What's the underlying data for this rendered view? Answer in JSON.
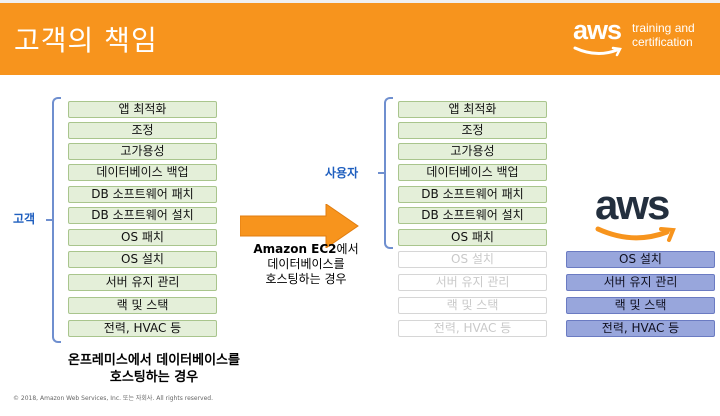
{
  "header": {
    "title": "고객의 책임",
    "logo_text": "aws",
    "logo_sub_line1": "training and",
    "logo_sub_line2": "certification"
  },
  "left": {
    "label": "고객",
    "items": [
      "앱 최적화",
      "조정",
      "고가용성",
      "데이터베이스 백업",
      "DB 소프트웨어 패치",
      "DB 소프트웨어 설치",
      "OS 패치",
      "OS 설치",
      "서버 유지 관리",
      "랙 및 스택",
      "전력, HVAC 등"
    ],
    "caption_line1": "온프레미스에서 데이터베이스를",
    "caption_line2": "호스팅하는 경우"
  },
  "middle": {
    "caption_bold": "Amazon EC2",
    "caption_line1_rest": "에서",
    "caption_line2": "데이터베이스를",
    "caption_line3": "호스팅하는 경우"
  },
  "right_user": {
    "label": "사용자",
    "items": [
      "앱 최적화",
      "조정",
      "고가용성",
      "데이터베이스 백업",
      "DB 소프트웨어 패치",
      "DB 소프트웨어 설치",
      "OS 패치"
    ],
    "faded_items": [
      "OS 설치",
      "서버 유지 관리",
      "랙 및 스택",
      "전력, HVAC 등"
    ]
  },
  "aws_column": {
    "logo_text": "aws",
    "items": [
      "OS 설치",
      "서버 유지 관리",
      "랙 및 스택",
      "전력, HVAC 등"
    ]
  },
  "footer": {
    "copyright": "© 2018, Amazon Web Services, Inc. 또는 자회사. All rights reserved."
  },
  "colors": {
    "header_bg": "#f7941d",
    "green_box": "#e4efd9",
    "blue_box": "#98a6dc",
    "label_blue": "#1f5fbf",
    "arrow": "#f7941d"
  }
}
